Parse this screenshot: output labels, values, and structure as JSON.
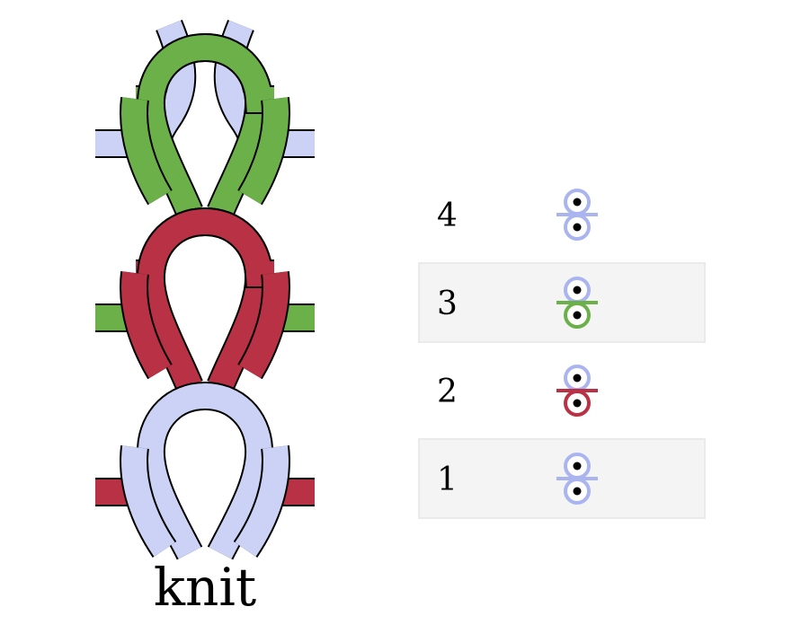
{
  "caption": "knit",
  "colors": {
    "yarn_blue": "#cbd2f5",
    "yarn_green": "#6bb049",
    "yarn_red": "#b83144",
    "outline": "#000000",
    "row_shade": "#f4f4f4",
    "row_shade_border": "#eaeaea",
    "bed_blue": "#aab5f0"
  },
  "rows": [
    {
      "number": "4",
      "yarn_color": "#aab5f0",
      "shaded": false
    },
    {
      "number": "3",
      "yarn_color": "#6bb049",
      "shaded": true
    },
    {
      "number": "2",
      "yarn_color": "#b83144",
      "shaded": false
    },
    {
      "number": "1",
      "yarn_color": "#aab5f0",
      "shaded": true
    }
  ]
}
